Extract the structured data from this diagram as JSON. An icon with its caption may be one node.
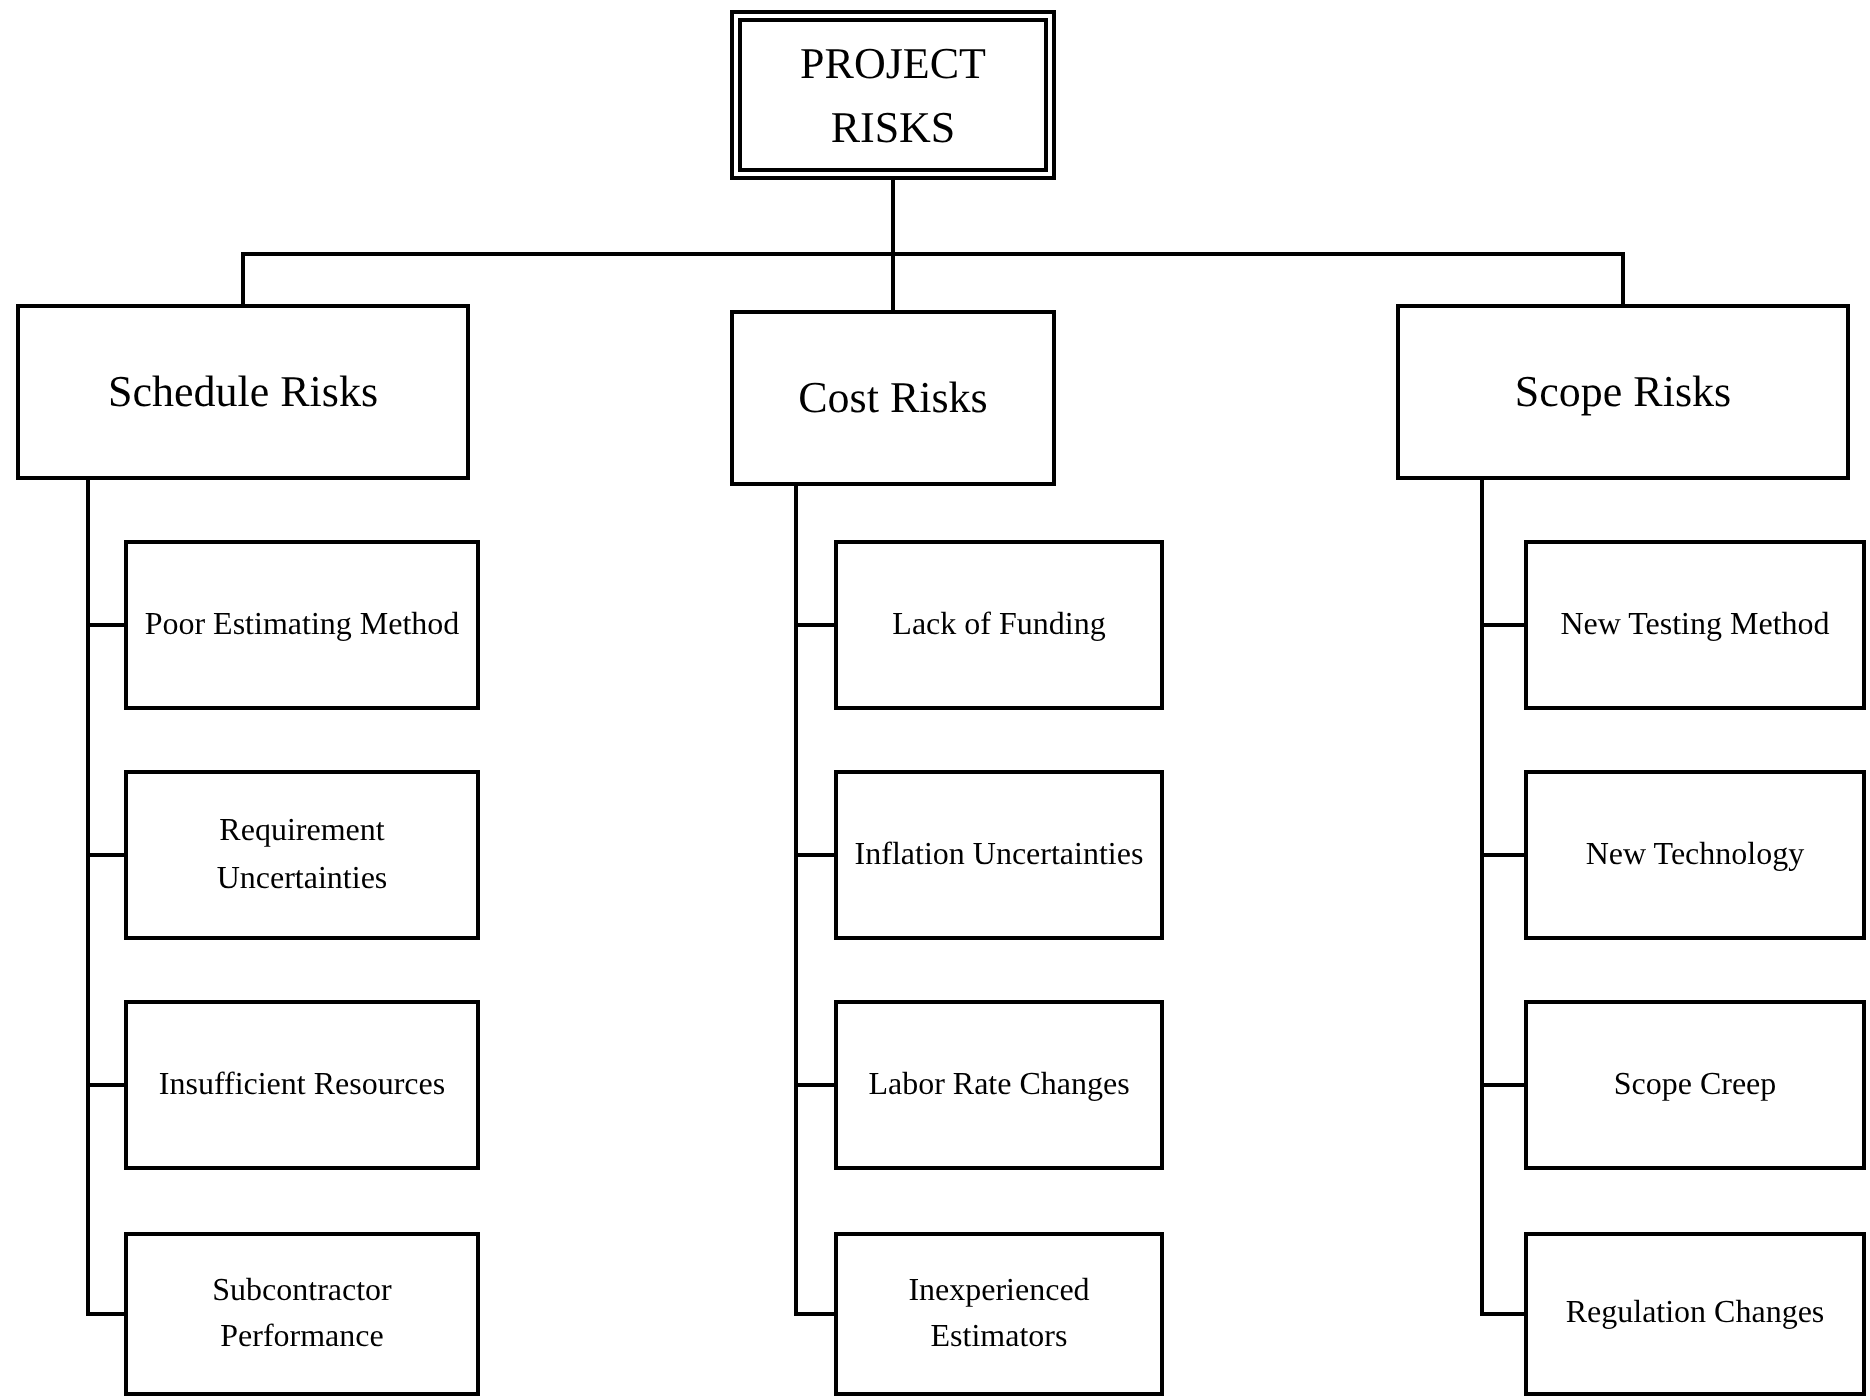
{
  "diagram": {
    "nodes": [
      {
        "text": [
          "PROJECT RISKS"
        ]
      },
      {
        "text": [
          "Schedule Risks"
        ]
      },
      {
        "text": [
          "Cost Risks"
        ]
      },
      {
        "text": [
          "Scope Risks"
        ]
      },
      {
        "text": [
          "Poor Estimating Method"
        ]
      },
      {
        "text": [
          "Requirement Uncertainties"
        ]
      },
      {
        "text": [
          "Insufficient Resources"
        ]
      },
      {
        "text": [
          "Subcontractor Performance"
        ]
      },
      {
        "text": [
          "Lack of Funding"
        ]
      },
      {
        "text": [
          "Inflation Uncertainties"
        ]
      },
      {
        "text": [
          "Labor Rate Changes"
        ]
      },
      {
        "text": [
          "Inexperienced Estimators"
        ]
      },
      {
        "text": [
          "New Testing Method"
        ]
      },
      {
        "text": [
          "New Technology"
        ]
      },
      {
        "text": [
          "Scope Creep"
        ]
      },
      {
        "text": [
          "Regulation Changes"
        ]
      }
    ],
    "edges": [
      {
        "from": 0,
        "to": 1,
        "arrow": "none"
      },
      {
        "from": 0,
        "to": 2,
        "arrow": "none"
      },
      {
        "from": 0,
        "to": 3,
        "arrow": "none"
      },
      {
        "from": 1,
        "to": 4,
        "arrow": "none"
      },
      {
        "from": 1,
        "to": 5,
        "arrow": "none"
      },
      {
        "from": 1,
        "to": 6,
        "arrow": "none"
      },
      {
        "from": 1,
        "to": 7,
        "arrow": "none"
      },
      {
        "from": 2,
        "to": 8,
        "arrow": "none"
      },
      {
        "from": 2,
        "to": 9,
        "arrow": "none"
      },
      {
        "from": 2,
        "to": 10,
        "arrow": "none"
      },
      {
        "from": 2,
        "to": 11,
        "arrow": "none"
      },
      {
        "from": 3,
        "to": 12,
        "arrow": "none"
      },
      {
        "from": 3,
        "to": 13,
        "arrow": "none"
      },
      {
        "from": 3,
        "to": 14,
        "arrow": "none"
      },
      {
        "from": 3,
        "to": 15,
        "arrow": "none"
      }
    ]
  }
}
